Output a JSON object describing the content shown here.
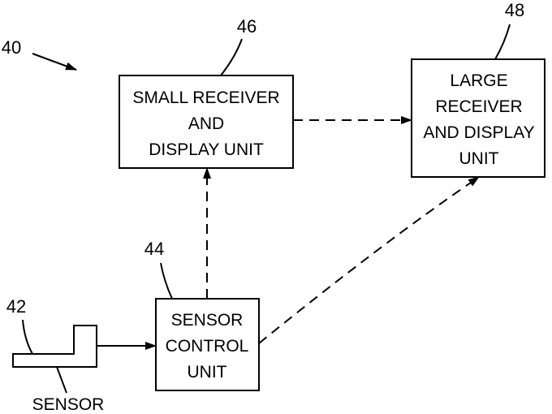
{
  "figure": {
    "reference": "40"
  },
  "blocks": {
    "small_receiver": {
      "ref": "46",
      "lines": [
        "SMALL RECEIVER",
        "AND",
        "DISPLAY UNIT"
      ]
    },
    "large_receiver": {
      "ref": "48",
      "lines": [
        "LARGE",
        "RECEIVER",
        "AND DISPLAY",
        "UNIT"
      ]
    },
    "sensor_control": {
      "ref": "44",
      "lines": [
        "SENSOR",
        "CONTROL",
        "UNIT"
      ]
    },
    "sensor": {
      "ref": "42",
      "label": "SENSOR"
    }
  },
  "connections": [
    {
      "from": "sensor",
      "to": "sensor_control",
      "style": "solid"
    },
    {
      "from": "sensor_control",
      "to": "small_receiver",
      "style": "dashed"
    },
    {
      "from": "sensor_control",
      "to": "large_receiver",
      "style": "dashed"
    },
    {
      "from": "small_receiver",
      "to": "large_receiver",
      "style": "dashed"
    }
  ]
}
